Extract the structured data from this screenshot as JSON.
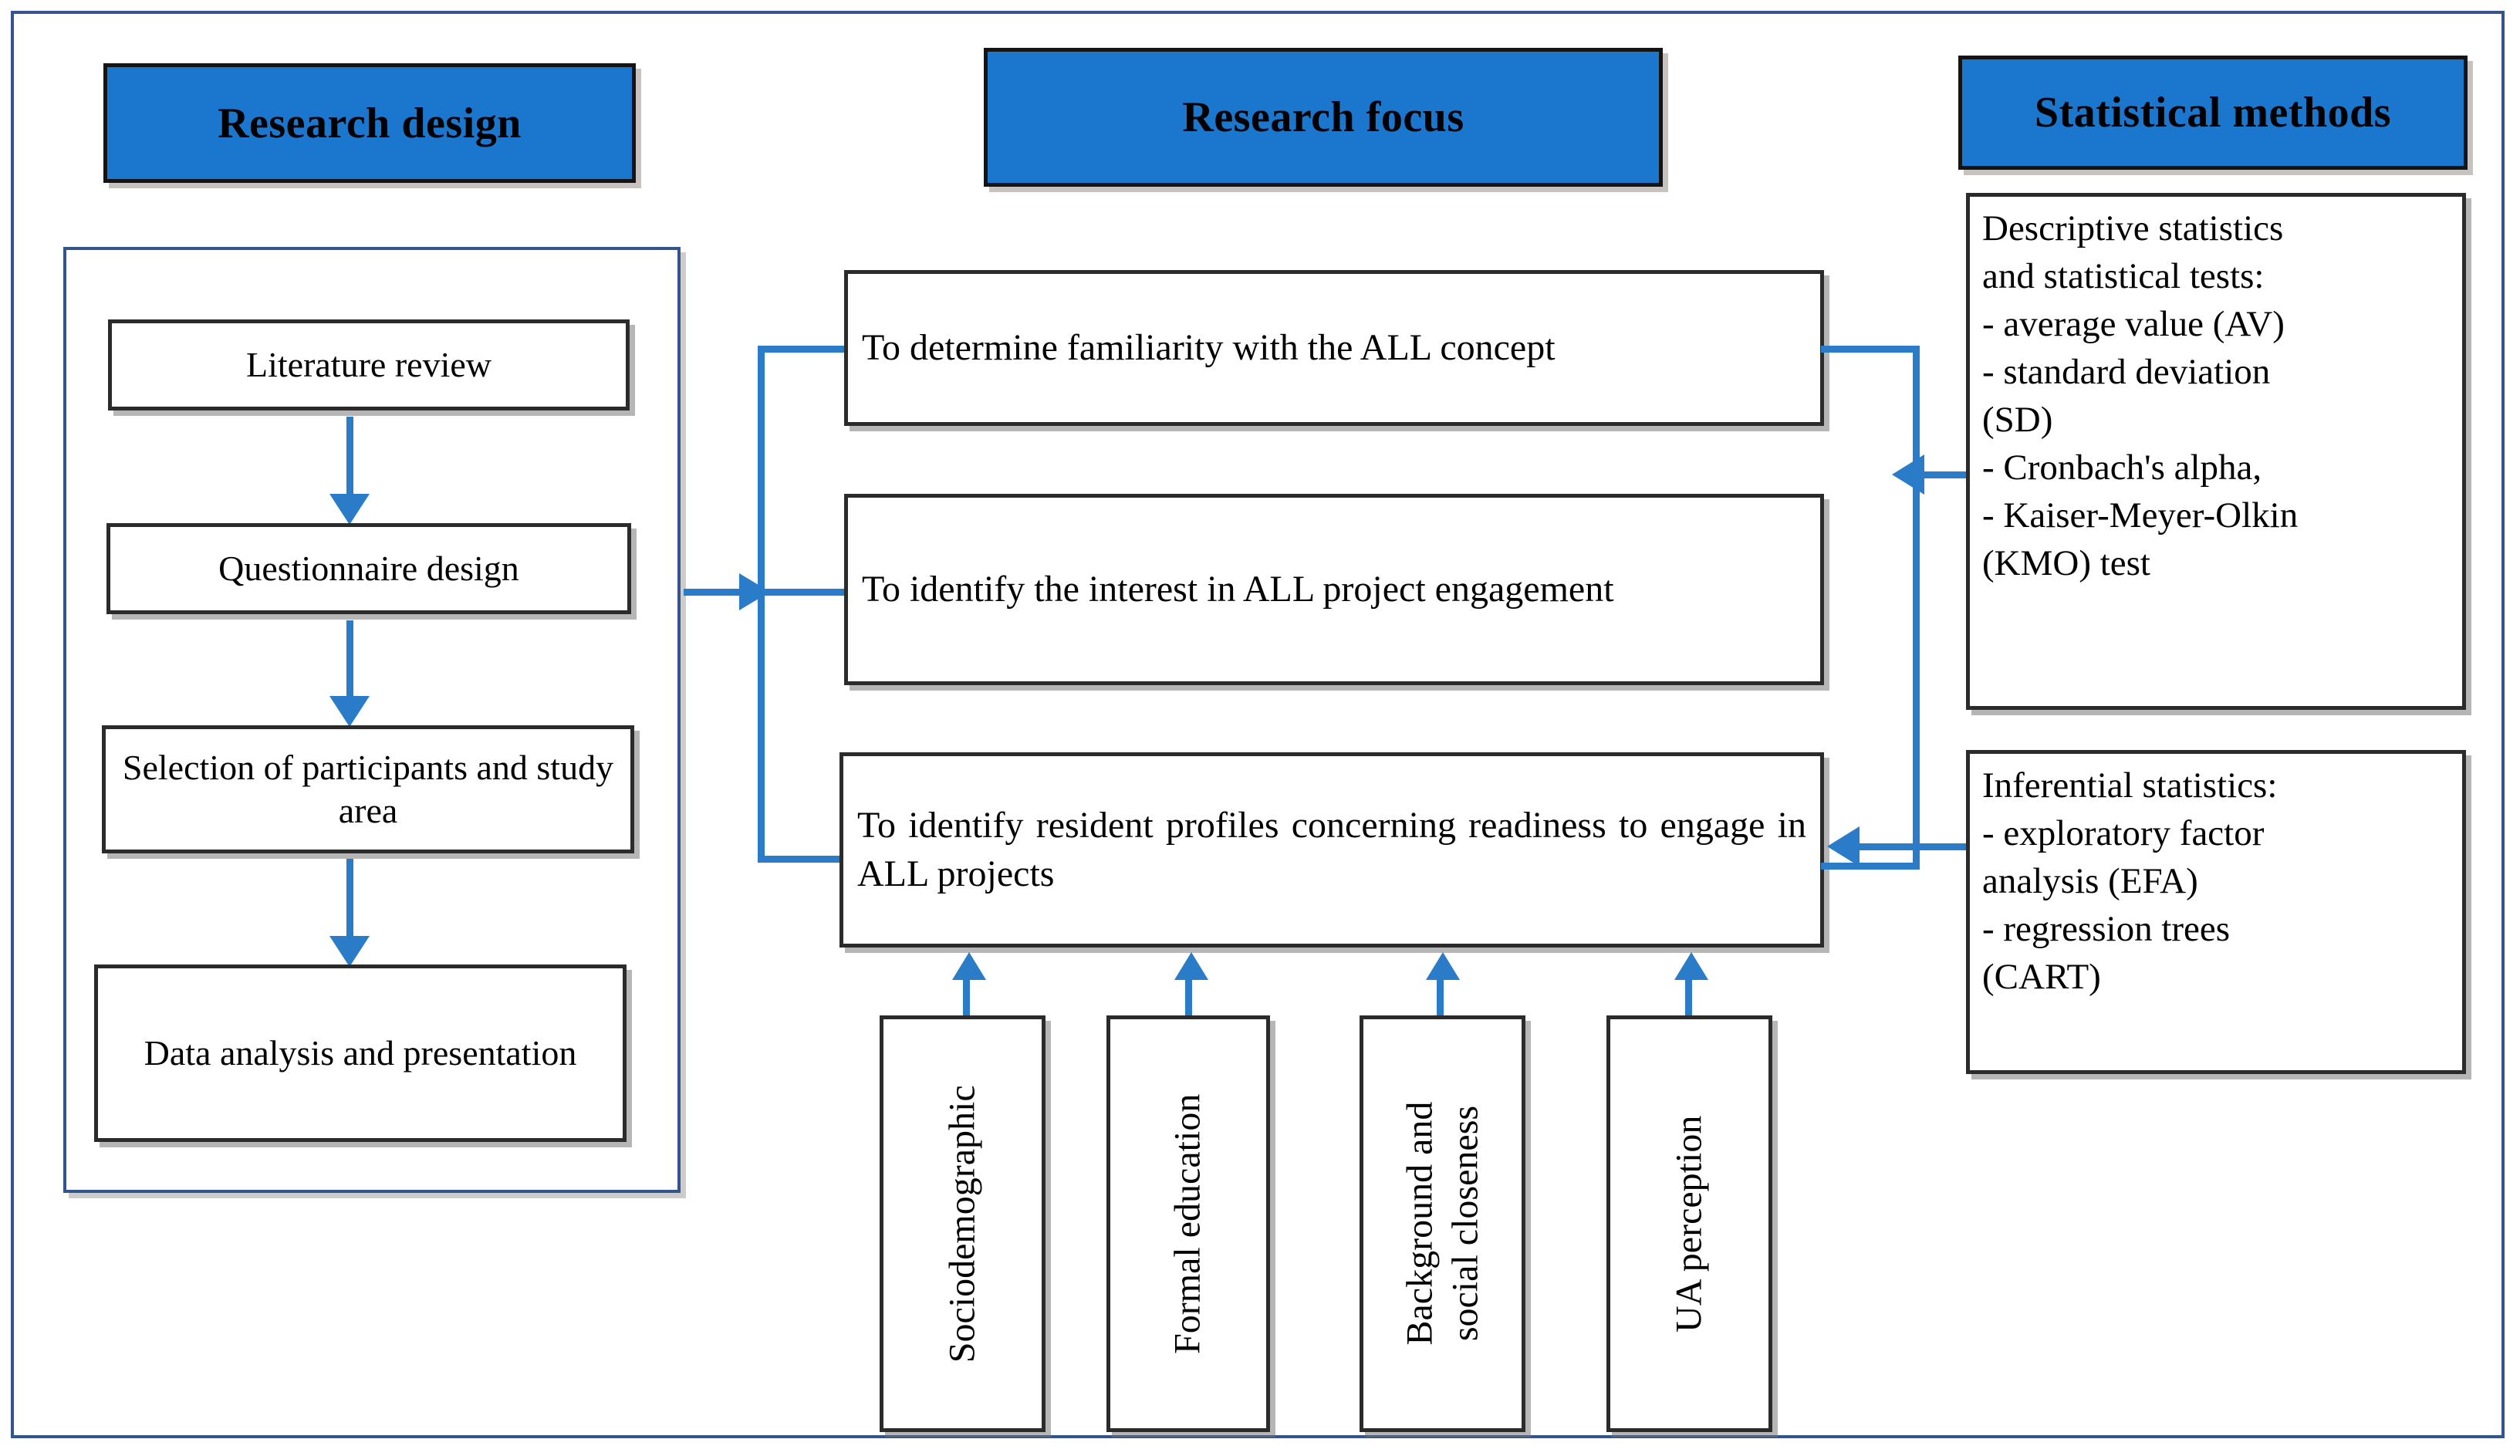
{
  "figure": {
    "type": "research-framework-flowchart",
    "accent_blue": "#1b76cd",
    "connector_blue": "#2a7bc8",
    "frame_blue": "#31558c",
    "box_border": "#2b2b2b"
  },
  "columns": {
    "research_design": {
      "header": "Research design",
      "steps": [
        "Literature review",
        "Questionnaire design",
        "Selection of participants and study area",
        "Data analysis and presentation"
      ]
    },
    "research_focus": {
      "header": "Research focus",
      "objectives": [
        "To determine familiarity with the ALL concept",
        "To identify the interest in ALL project engagement",
        "To identify resident profiles concerning readiness to engage in ALL projects"
      ]
    },
    "statistical_methods": {
      "header": "Statistical methods",
      "blocks": [
        {
          "title": "Descriptive statistics and statistical tests:",
          "lines": [
            "Descriptive statistics",
            "and statistical tests:",
            "- average value (AV)",
            "- standard deviation",
            "(SD)",
            "- Cronbach's alpha,",
            "- Kaiser-Meyer-Olkin",
            "(KMO) test"
          ]
        },
        {
          "title": "Inferential statistics:",
          "lines": [
            "Inferential statistics:",
            "- exploratory factor",
            "analysis (EFA)",
            "- regression trees",
            "(CART)"
          ]
        }
      ]
    }
  },
  "profile_factors": [
    "Sociodemographic",
    "Formal education",
    "Background and\nsocial closeness",
    "UA perception"
  ],
  "profile_factors_display": {
    "f0": "Sociodemographic",
    "f1": "Formal education",
    "f2_line1": "Background and",
    "f2_line2": "social closeness",
    "f3": "UA perception"
  }
}
